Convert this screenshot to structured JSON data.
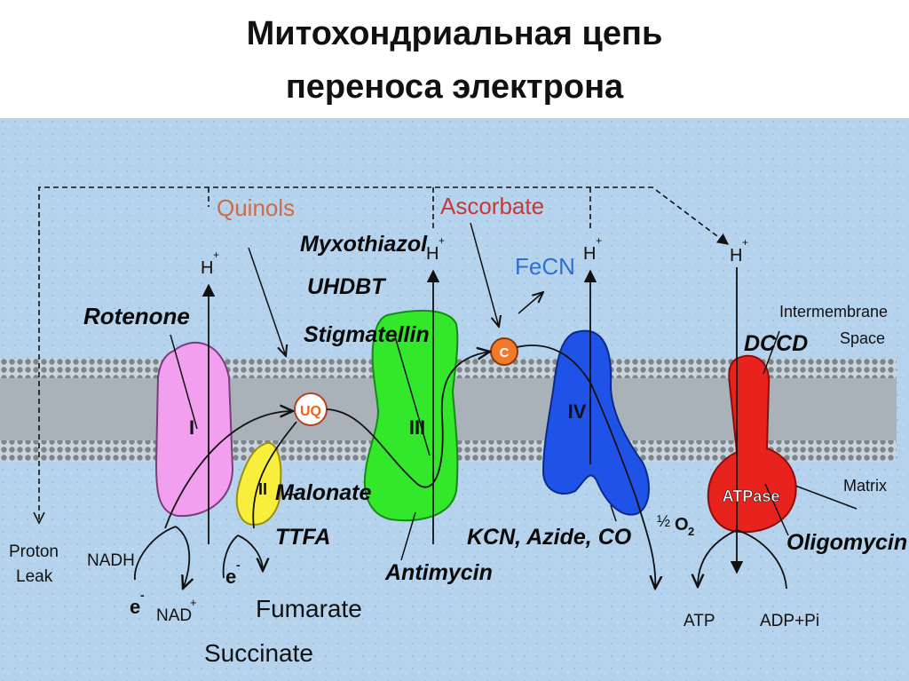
{
  "title": {
    "line1": "Митохондриальная цепь",
    "line2": "переноса электрона"
  },
  "colors": {
    "background": "#b5d3ec",
    "complex_I": "#f29ff0",
    "complex_II": "#f8ef3c",
    "complex_III": "#33e82b",
    "complex_IV": "#1f52e6",
    "atpase": "#e8231e",
    "uq": "#ffffff",
    "cytochrome_c": "#f07a2a",
    "quinols": "#cf6b45",
    "ascorbate": "#c43a3a",
    "fecn": "#2d6fd3"
  },
  "complexes": {
    "I": "I",
    "II": "II",
    "III": "III",
    "IV": "IV",
    "atpase": "ATPase",
    "uq": "UQ",
    "c": "C"
  },
  "inhibitors": {
    "rotenone": "Rotenone",
    "myxothiazol": "Myxothiazol",
    "uhdbt": "UHDBT",
    "stigmatellin": "Stigmatellin",
    "malonate": "Malonate",
    "ttfa": "TTFA",
    "antimycin": "Antimycin",
    "kcn": "KCN, Azide, CO",
    "dccd": "DCCD",
    "oligomycin": "Oligomycin"
  },
  "donors": {
    "quinols": "Quinols",
    "ascorbate": "Ascorbate",
    "fecn": "FeCN"
  },
  "labels": {
    "h_plus": "H",
    "plus": "+",
    "intermembrane": "Intermembrane",
    "space": "Space",
    "matrix": "Matrix",
    "proton": "Proton",
    "leak": "Leak",
    "nadh": "NADH",
    "nad": "NAD",
    "electron": "e",
    "minus": "-",
    "fumarate": "Fumarate",
    "succinate": "Succinate",
    "half": "½",
    "o2": "O",
    "o2_sub": "2",
    "atp": "ATP",
    "adp_pi": "ADP+Pi"
  }
}
